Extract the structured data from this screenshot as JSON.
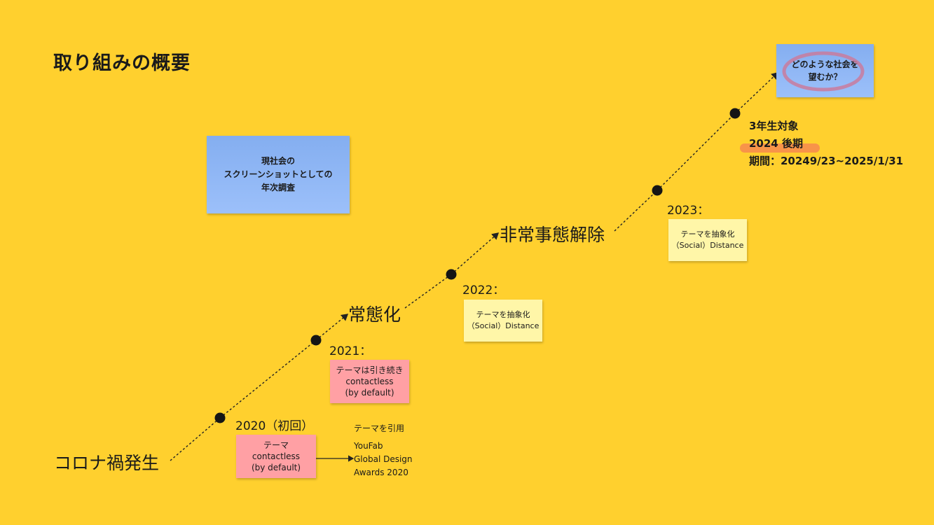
{
  "title": "取り組みの概要",
  "overview_note": [
    "現社会の",
    "スクリーンショットとしての",
    "年次調査"
  ],
  "question_note": [
    "どのような社会を",
    "望むか？"
  ],
  "milestones": {
    "corona": "コロナ禍発生",
    "normalization": "常態化",
    "lifting": "非常事態解除"
  },
  "years": {
    "y2020": "2020（初回）",
    "y2021": "2021：",
    "y2022": "2022：",
    "y2023": "2023："
  },
  "notes": {
    "n2020": [
      "テーマ",
      "contactless",
      "(by default)"
    ],
    "n2021": [
      "テーマは引き続き",
      "contactless",
      "(by default)"
    ],
    "n2022": [
      "テーマを抽象化",
      "（Social）Distance"
    ],
    "n2023": [
      "テーマを抽象化",
      "（Social）Distance"
    ]
  },
  "reference": {
    "heading": "テーマを引用",
    "lines": [
      "YouFab",
      "Global Design",
      "Awards 2020"
    ]
  },
  "current": {
    "target": "3年生対象",
    "term": "2024 後期",
    "period": "期間：20249/23~2025/1/31"
  },
  "colors": {
    "background": "#FFD02E",
    "blue_note": "#8FB5F5",
    "pink_note": "#FFA0A4",
    "yellow_note": "#FFF6A8",
    "circle_highlight": "#C97B9E",
    "underline_highlight": "#F78A4E"
  }
}
